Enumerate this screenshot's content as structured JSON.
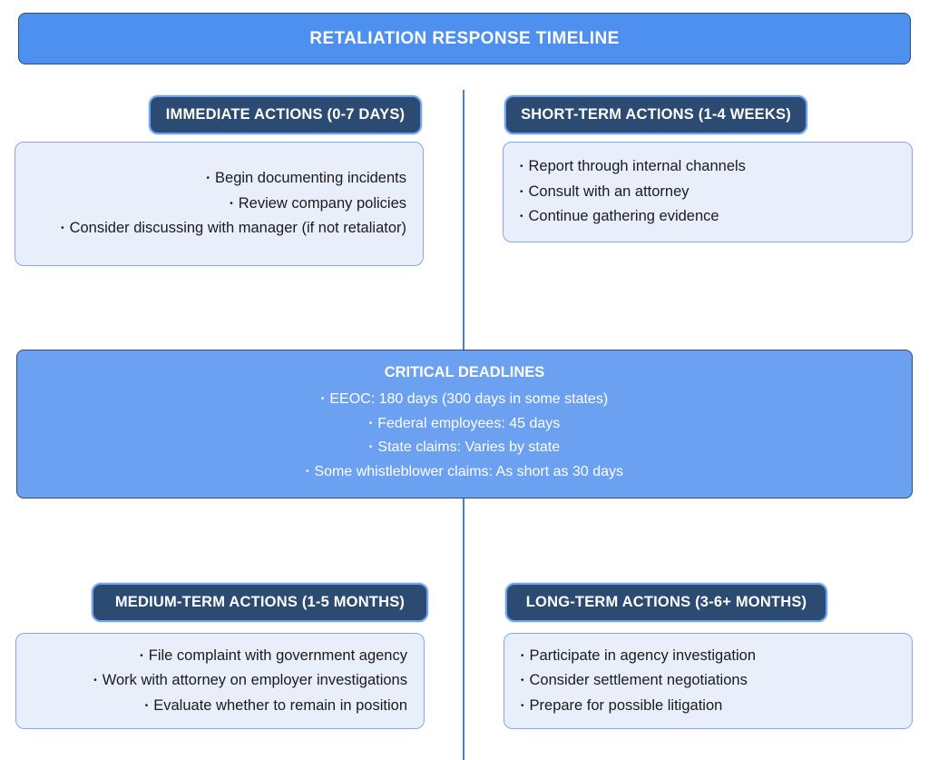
{
  "title": "RETALIATION RESPONSE TIMELINE",
  "colors": {
    "banner_bg": "#4e90f0",
    "banner_border": "#2d4e78",
    "pill_bg": "#2b4b72",
    "pill_border": "#6fa3f2",
    "box_bg": "#e9eefb",
    "box_border": "#7fa8f0",
    "critical_bg": "#6ca0f0",
    "line": "#4a7fd0",
    "text": "#1b1b1b"
  },
  "quadrants": [
    {
      "header": "IMMEDIATE ACTIONS (0-7 DAYS)",
      "items": [
        "Begin documenting incidents",
        "Review company policies",
        "Consider discussing with manager (if not retaliator)"
      ]
    },
    {
      "header": "SHORT-TERM ACTIONS (1-4 WEEKS)",
      "items": [
        "Report through internal channels",
        "Consult with an attorney",
        "Continue gathering evidence"
      ]
    },
    {
      "header": "MEDIUM-TERM ACTIONS (1-5 MONTHS)",
      "items": [
        "File complaint with government agency",
        "Work with attorney on employer investigations",
        "Evaluate whether to remain in position"
      ]
    },
    {
      "header": "LONG-TERM ACTIONS (3-6+ MONTHS)",
      "items": [
        "Participate in agency investigation",
        "Consider settlement negotiations",
        "Prepare for possible litigation"
      ]
    }
  ],
  "critical": {
    "title": "CRITICAL DEADLINES",
    "items": [
      "EEOC: 180 days (300 days in some states)",
      "Federal employees: 45 days",
      "State claims: Varies by state",
      "Some whistleblower claims: As short as 30 days"
    ]
  }
}
